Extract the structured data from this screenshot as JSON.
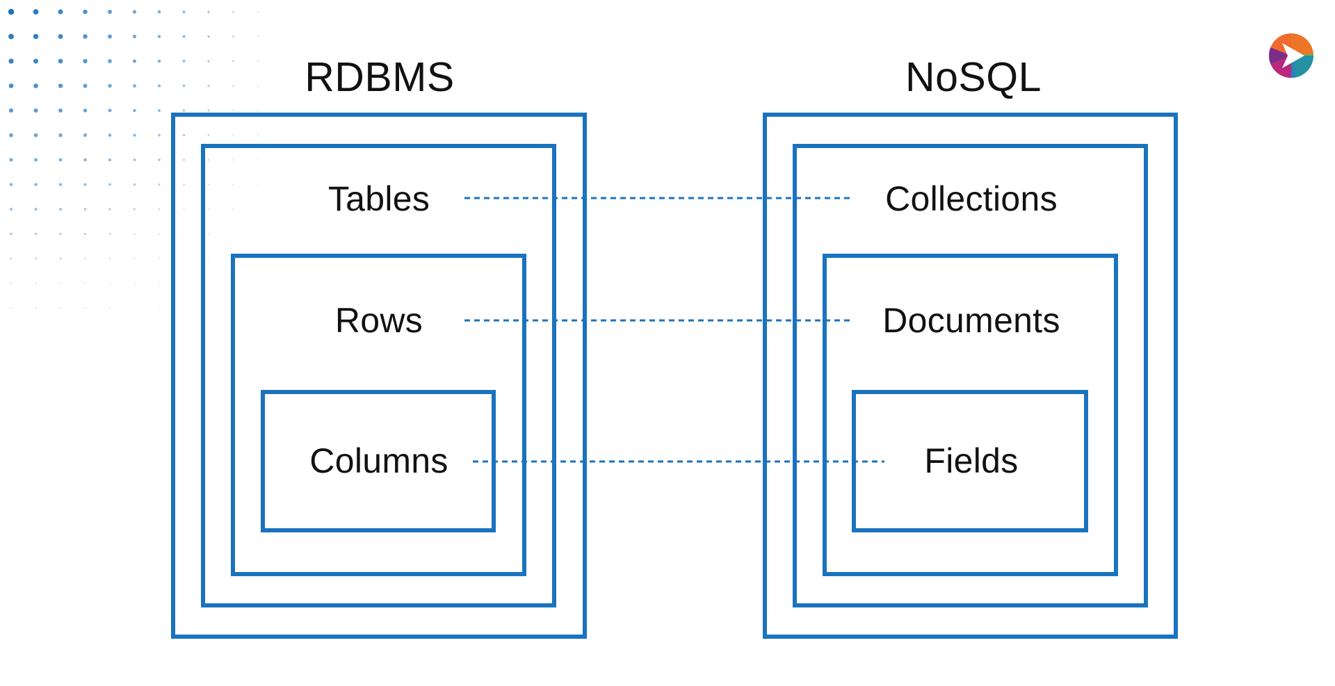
{
  "left": {
    "title": "RDBMS",
    "level1": "Tables",
    "level2": "Rows",
    "level3": "Columns"
  },
  "right": {
    "title": "NoSQL",
    "level1": "Collections",
    "level2": "Documents",
    "level3": "Fields"
  },
  "colors": {
    "accent_blue": "#1a73be",
    "dot_blue": "#1a73be",
    "text": "#111111",
    "background": "#ffffff"
  },
  "icons": {
    "logo": "play-arrow-logo-icon"
  }
}
